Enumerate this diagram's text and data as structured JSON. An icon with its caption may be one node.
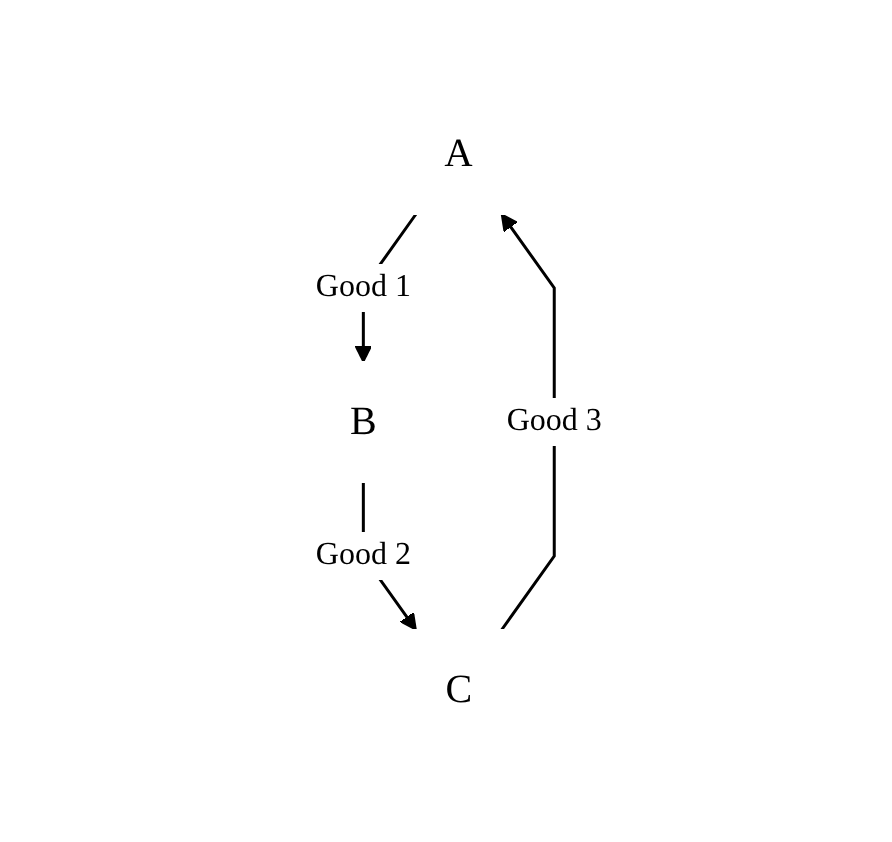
{
  "diagram": {
    "nodes": [
      {
        "text": [
          "A"
        ]
      },
      {
        "text": [
          "B"
        ]
      },
      {
        "text": [
          "C"
        ]
      }
    ],
    "edges": [
      {
        "from": 0,
        "to": 1,
        "arrow": "to",
        "label": "Good 1"
      },
      {
        "from": 1,
        "to": 2,
        "arrow": "to",
        "label": "Good 2"
      },
      {
        "from": 2,
        "to": 0,
        "arrow": "to",
        "label": "Good 3"
      }
    ]
  }
}
